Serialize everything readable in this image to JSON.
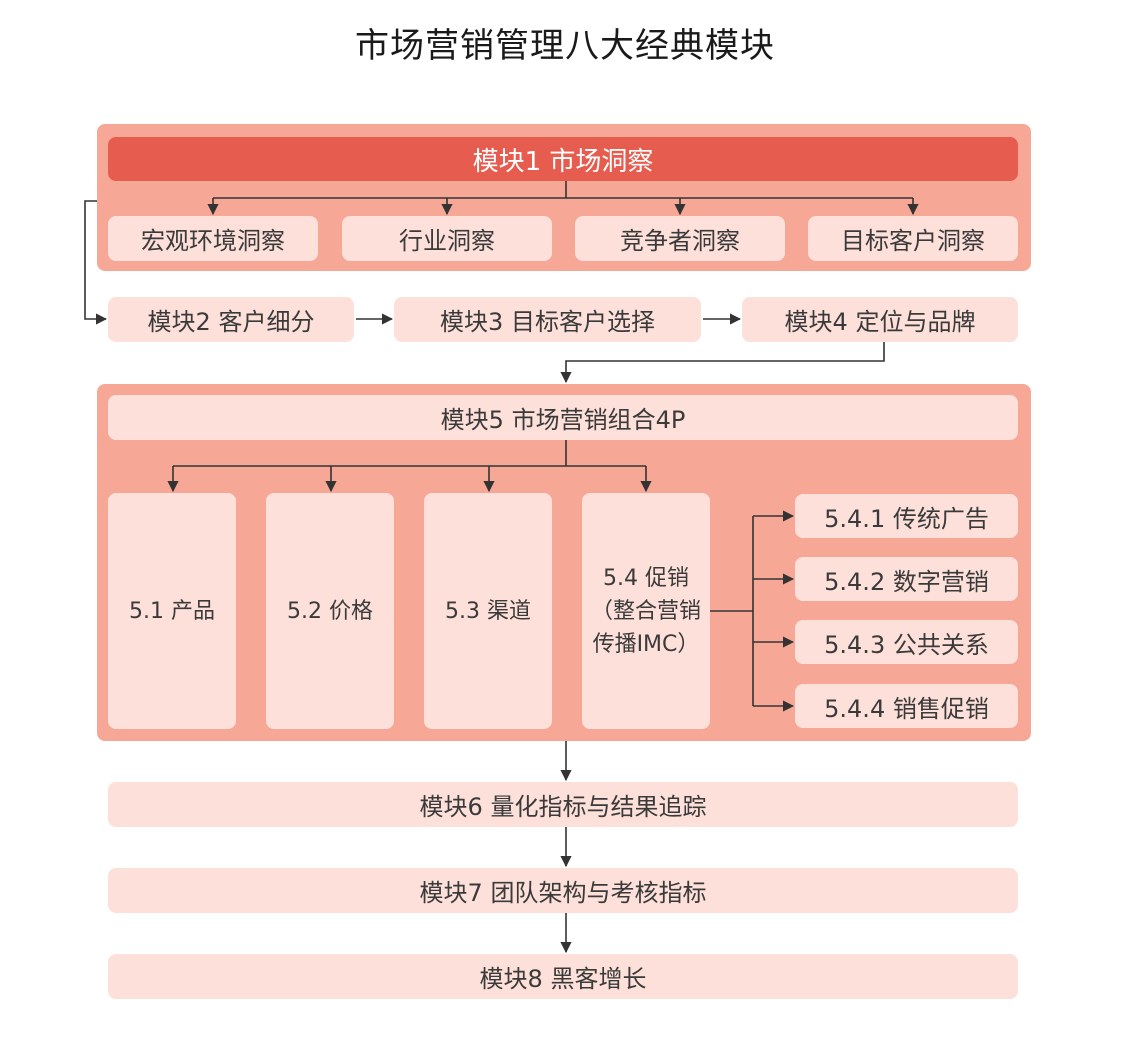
{
  "title": "市场营销管理八大经典模块",
  "colors": {
    "panel": "#f7a796",
    "box": "#fde0da",
    "header": "#e65c4e",
    "line": "#333333"
  },
  "module1": {
    "label": "模块1  市场洞察",
    "items": [
      "宏观环境洞察",
      "行业洞察",
      "竞争者洞察",
      "目标客户洞察"
    ]
  },
  "module2": "模块2  客户细分",
  "module3": "模块3  目标客户选择",
  "module4": "模块4  定位与品牌",
  "module5": {
    "label": "模块5  市场营销组合4P",
    "items": [
      "5.1  产品",
      "5.2  价格",
      "5.3  渠道",
      "5.4  促销\n（整合营销\n传播IMC）"
    ],
    "sub_items": [
      "5.4.1  传统广告",
      "5.4.2  数字营销",
      "5.4.3  公共关系",
      "5.4.4  销售促销"
    ]
  },
  "module6": "模块6  量化指标与结果追踪",
  "module7": "模块7  团队架构与考核指标",
  "module8": "模块8  黑客增长"
}
